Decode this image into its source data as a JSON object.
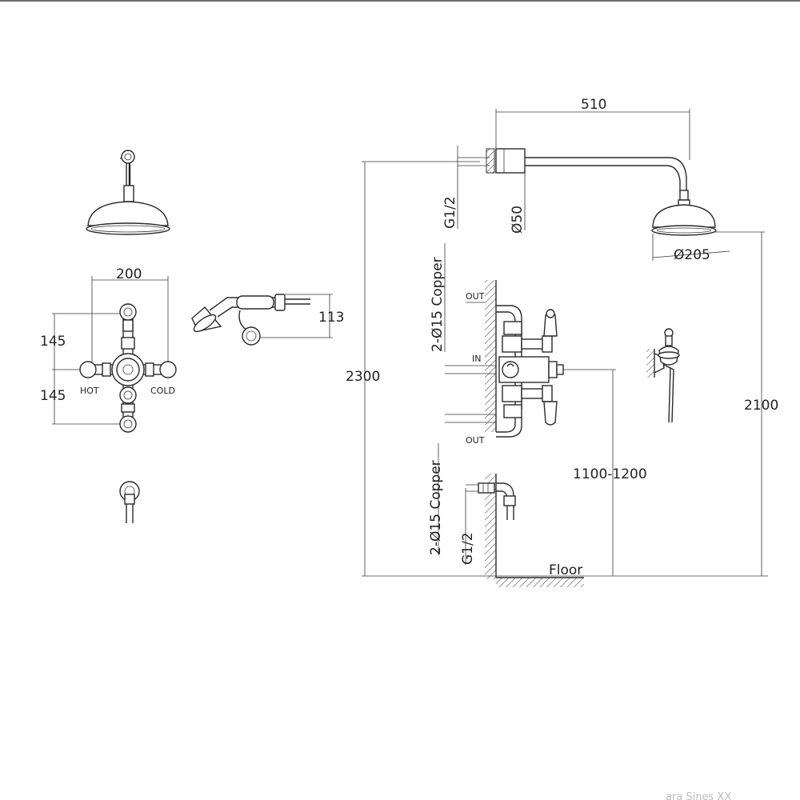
{
  "colors": {
    "line": "#2a2a2a",
    "hatch": "#555555",
    "background": "#ffffff",
    "topbar": "#6e6e6e"
  },
  "labels": {
    "arm_width": "510",
    "inlet_thread": "G1/2",
    "flange_dia": "Ø50",
    "head_dia": "Ø205",
    "copper_top": "2-Ø15 Copper",
    "copper_bottom": "2-Ø15 Copper",
    "thread_bottom": "G1/2",
    "out_top": "OUT",
    "inlet": "IN",
    "out_bottom": "OUT",
    "total_height": "2300",
    "head_height": "2100",
    "valve_height": "1100-1200",
    "floor": "Floor",
    "valve_width": "200",
    "upper_offset": "145",
    "lower_offset": "145",
    "hot": "HOT",
    "cold": "COLD",
    "handset_height": "113"
  },
  "watermark": "ara Sines XX"
}
